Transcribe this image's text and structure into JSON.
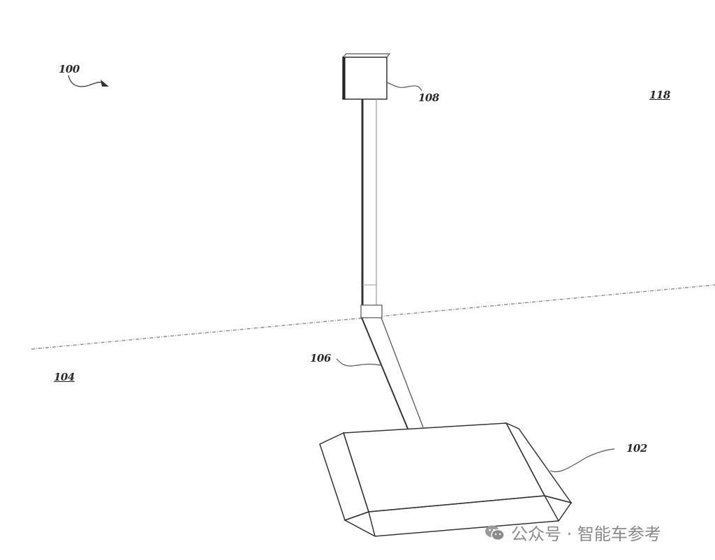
{
  "figure": {
    "type": "patent line drawing",
    "labels": {
      "system": "100",
      "vehicle_pad": "102",
      "ground_surface": "104",
      "cable": "106",
      "charger_unit": "108",
      "wall_or_space": "118"
    },
    "underlined_labels": [
      "104",
      "118"
    ],
    "components": [
      {
        "ref": "100",
        "description": "overall system indicator with arrow"
      },
      {
        "ref": "108",
        "description": "wall-mounted box at top of vertical pole"
      },
      {
        "ref": "106",
        "description": "cable/arm running from pole into ground toward pad"
      },
      {
        "ref": "102",
        "description": "beveled rectangular ground pad"
      },
      {
        "ref": "104",
        "description": "region below ground line"
      },
      {
        "ref": "118",
        "description": "region above ground line"
      }
    ]
  },
  "watermark": {
    "icon": "wechat-icon",
    "text": "公众号 · 智能车参考"
  },
  "colors": {
    "line": "#3a3a3a",
    "light_line": "#9a9a9a",
    "watermark": "#8a8a8a"
  }
}
